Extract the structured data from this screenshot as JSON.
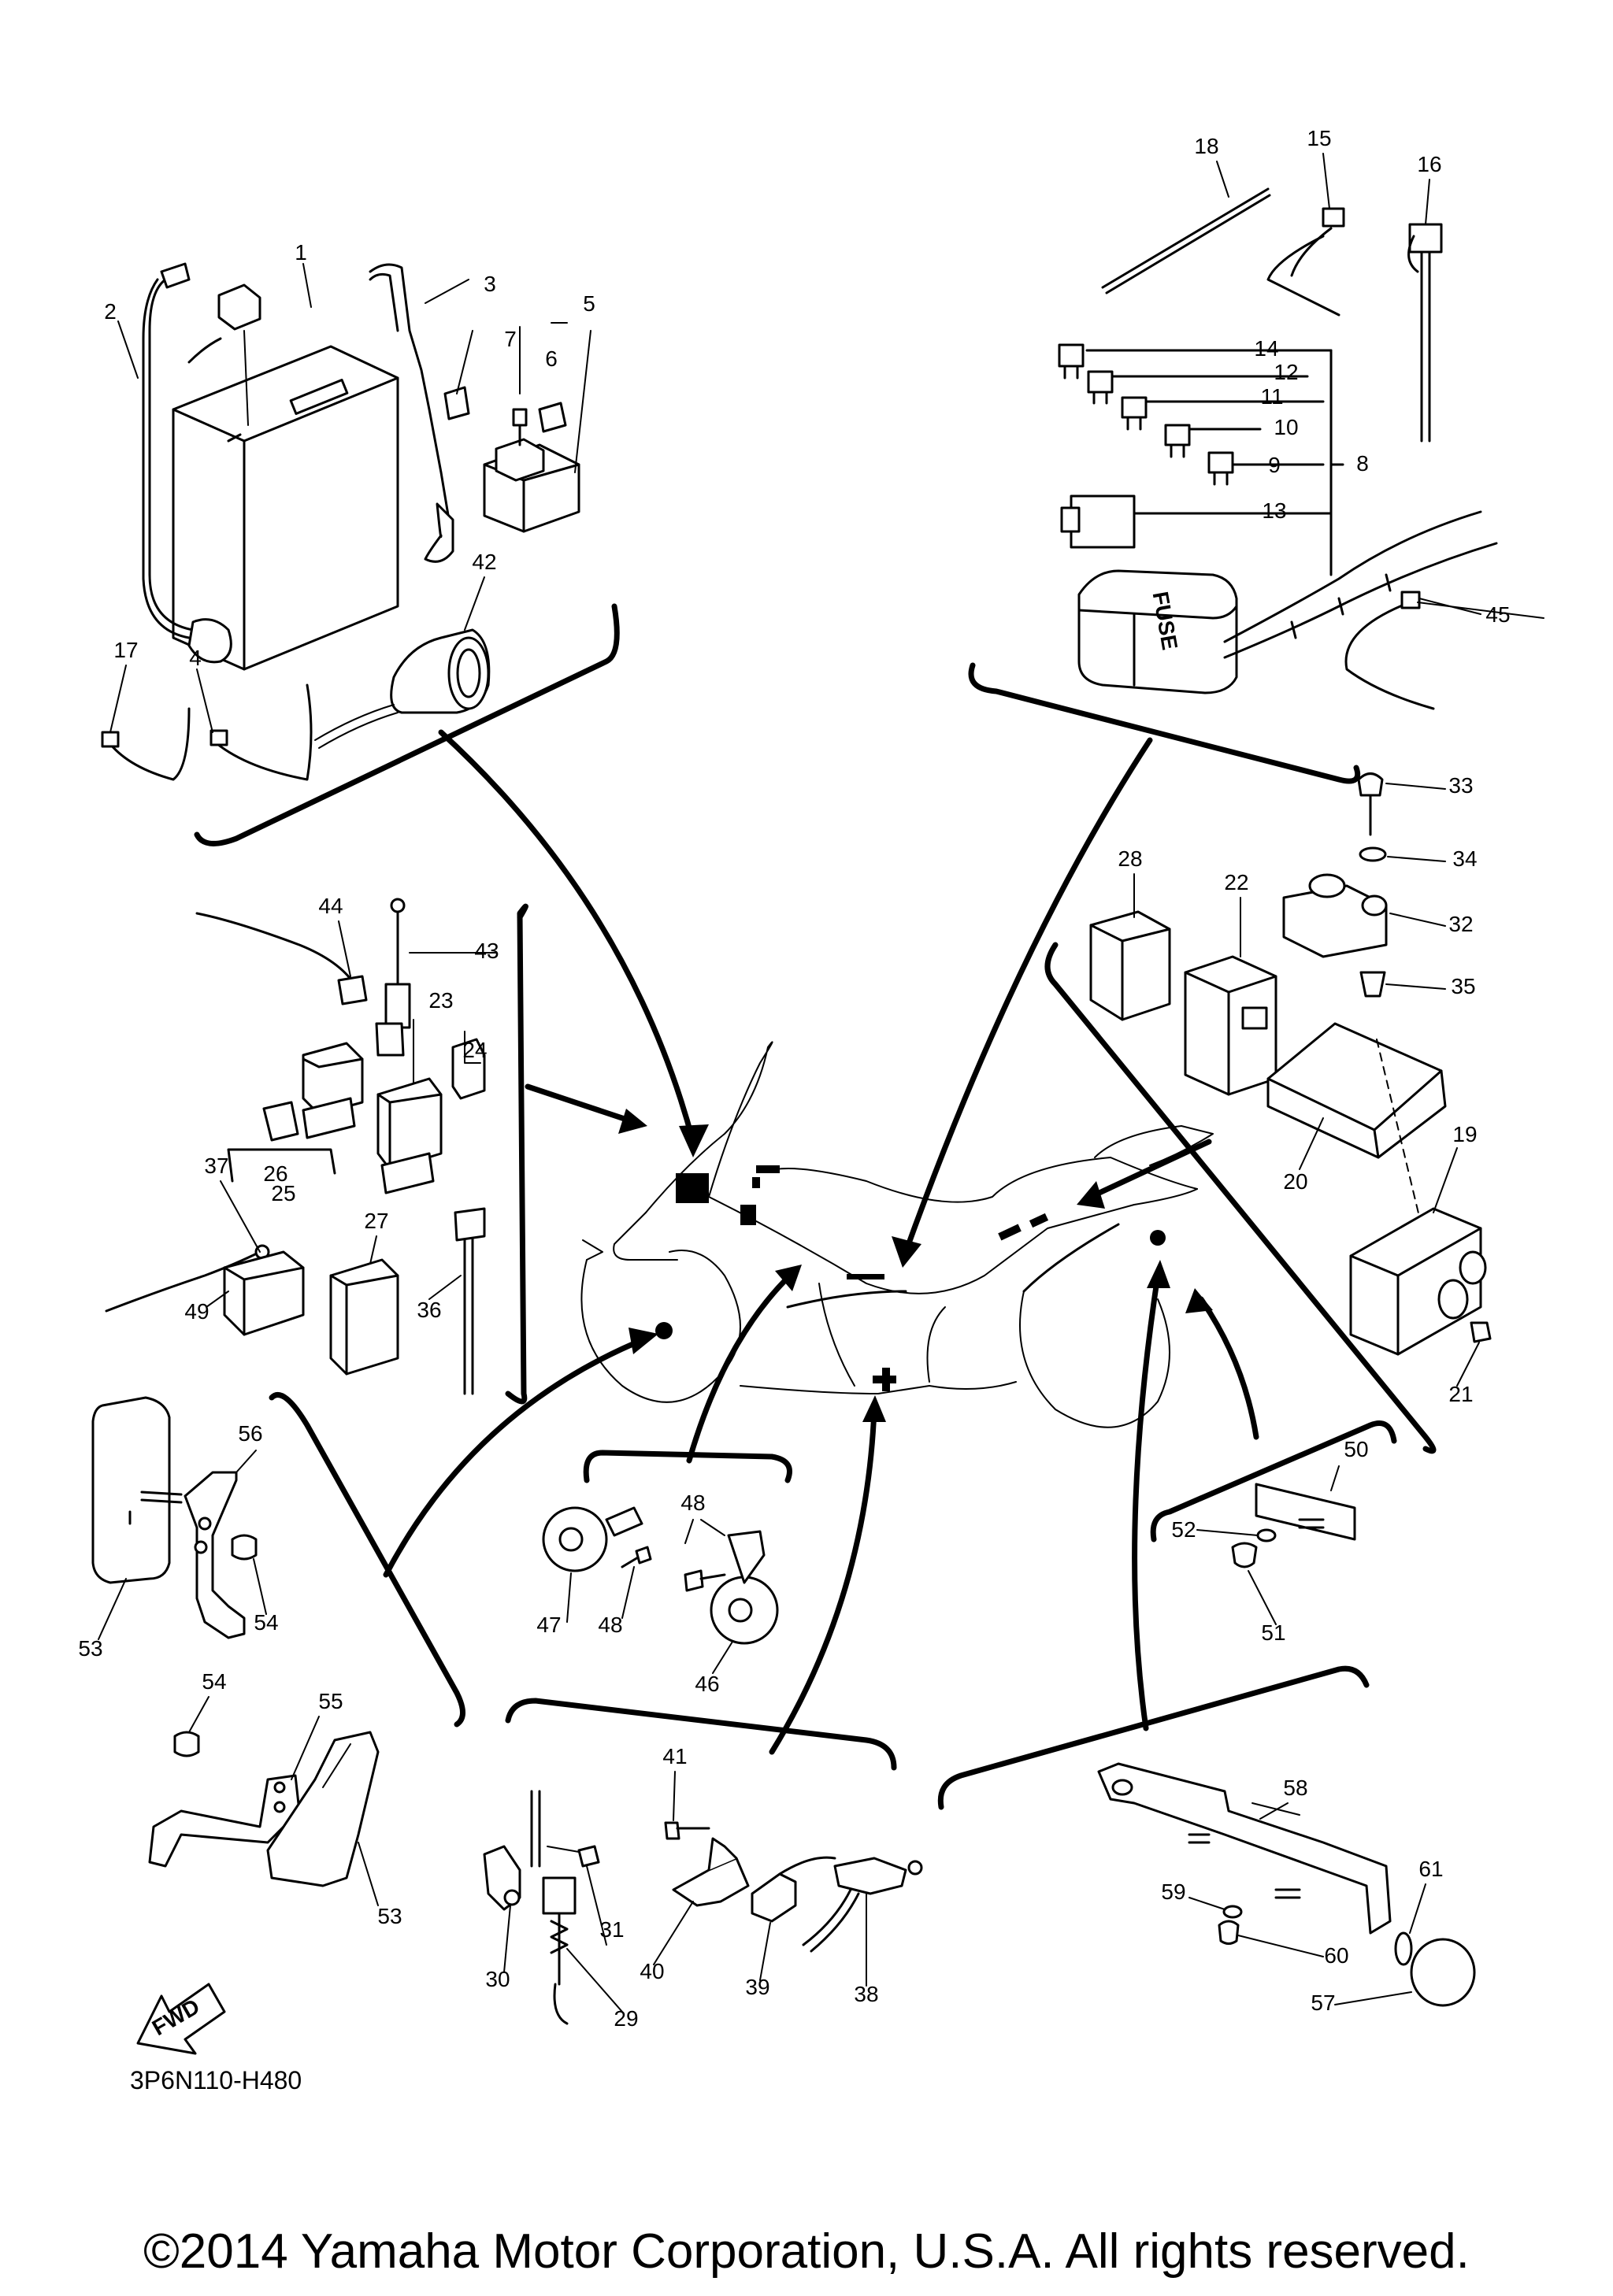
{
  "diagram": {
    "drawing_code": "3P6N110-H480",
    "copyright": "©2014 Yamaha Motor Corporation, U.S.A. All rights reserved.",
    "fwd_label": "FWD",
    "fuse_label": "FUSE",
    "callouts": {
      "c1": "1",
      "c2": "2",
      "c3": "3",
      "c4": "4",
      "c5": "5",
      "c6": "6",
      "c7": "7",
      "c8": "8",
      "c9": "9",
      "c10": "10",
      "c11": "11",
      "c12": "12",
      "c13": "13",
      "c14": "14",
      "c15": "15",
      "c16": "16",
      "c17": "17",
      "c18": "18",
      "c19": "19",
      "c20": "20",
      "c21": "21",
      "c22": "22",
      "c23": "23",
      "c24": "24",
      "c25": "25",
      "c26": "26",
      "c27": "27",
      "c28": "28",
      "c29": "29",
      "c30": "30",
      "c31": "31",
      "c32": "32",
      "c33": "33",
      "c34": "34",
      "c35": "35",
      "c36": "36",
      "c37": "37",
      "c38": "38",
      "c39": "39",
      "c40": "40",
      "c41": "41",
      "c42": "42",
      "c43": "43",
      "c44": "44",
      "c45": "45",
      "c46": "46",
      "c47": "47",
      "c48a": "48",
      "c48b": "48",
      "c49": "49",
      "c50": "50",
      "c51": "51",
      "c52": "52",
      "c53a": "53",
      "c53b": "53",
      "c54a": "54",
      "c54b": "54",
      "c55": "55",
      "c56": "56",
      "c57": "57",
      "c58": "58",
      "c59": "59",
      "c60": "60",
      "c61": "61"
    }
  }
}
